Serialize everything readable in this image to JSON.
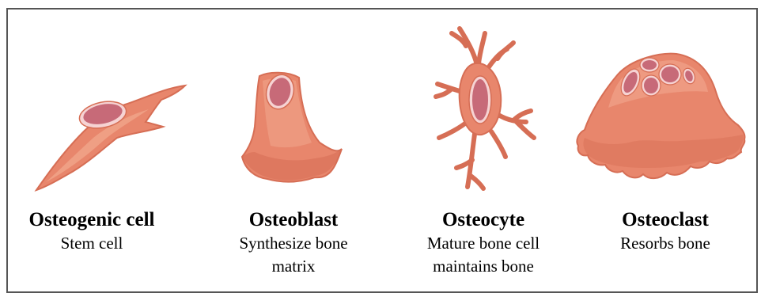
{
  "colors": {
    "cell_body": "#e8866c",
    "cell_light": "#f2a98f",
    "cell_dark": "#d66e55",
    "nucleus": "#c76a78",
    "nucleus_rim": "#f6d3d3",
    "border": "#555555"
  },
  "cells": [
    {
      "name": "Osteogenic cell",
      "description": "Stem cell",
      "icon": "spindle-cell-icon"
    },
    {
      "name": "Osteoblast",
      "description": "Synthesize bone matrix",
      "icon": "cuboidal-cell-icon"
    },
    {
      "name": "Osteocyte",
      "description": "Mature bone cell maintains bone",
      "icon": "stellate-cell-icon"
    },
    {
      "name": "Osteoclast",
      "description": "Resorbs bone",
      "icon": "multinucleate-cell-icon"
    }
  ]
}
